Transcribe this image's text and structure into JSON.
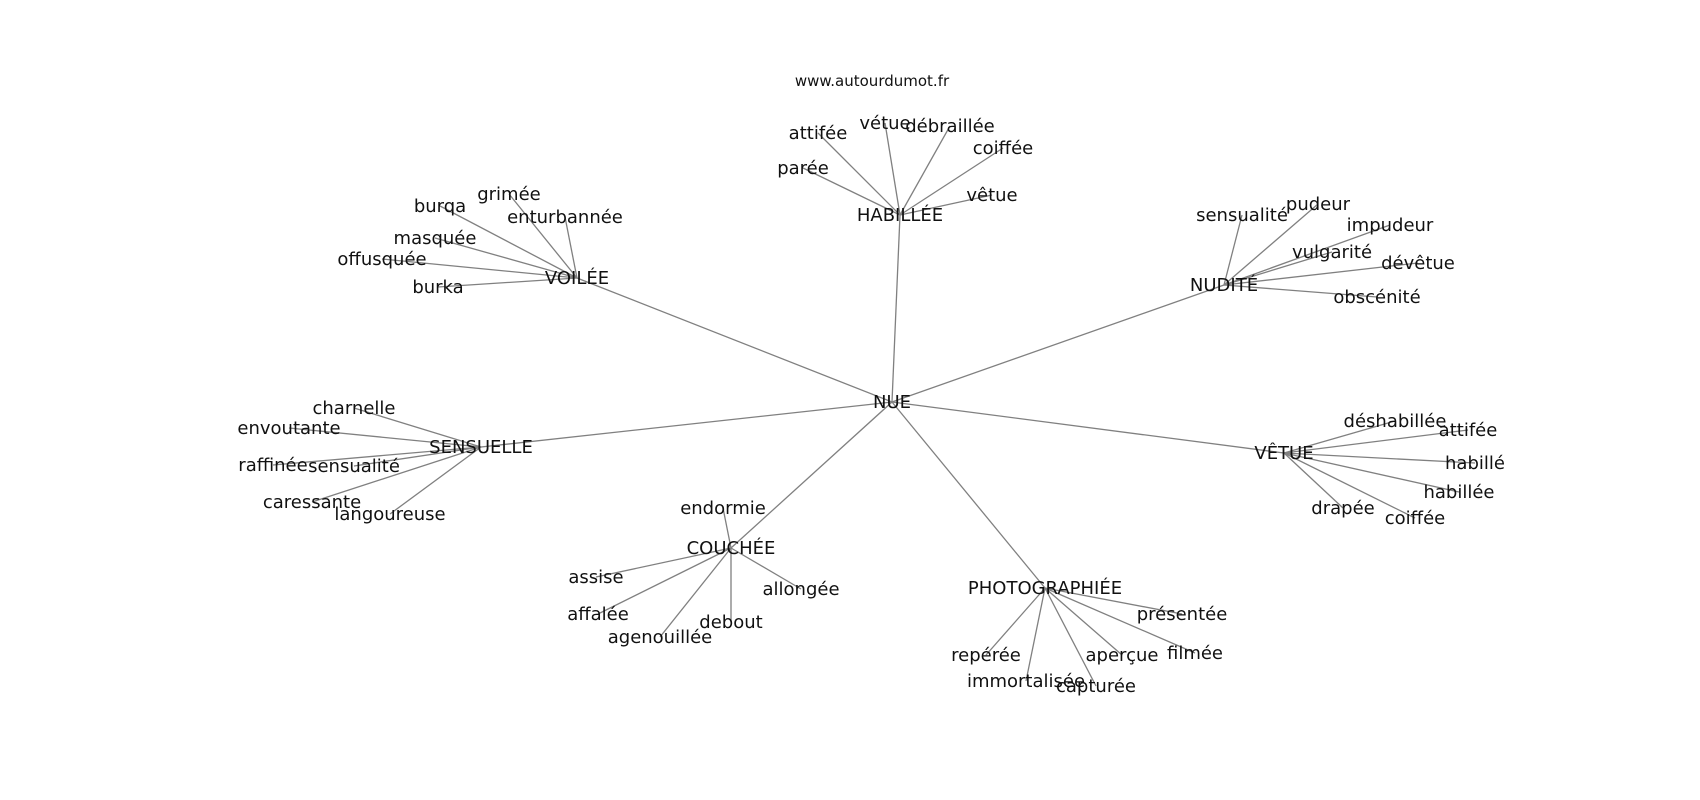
{
  "source": "www.autourdumot.fr",
  "center": "NUE",
  "clusters": [
    {
      "label": "HABILLÉE",
      "words": [
        "attifée",
        "vétue",
        "débraillée",
        "coiffée",
        "parée",
        "vêtue"
      ]
    },
    {
      "label": "VOILÉE",
      "words": [
        "burqa",
        "grimée",
        "enturbannée",
        "masquée",
        "offusquée",
        "burka"
      ]
    },
    {
      "label": "NUDITÉ",
      "words": [
        "sensualité",
        "pudeur",
        "impudeur",
        "vulgarité",
        "dévêtue",
        "obscénité"
      ]
    },
    {
      "label": "SENSUELLE",
      "words": [
        "charnelle",
        "envoutante",
        "raffinée",
        "sensualité",
        "caressante",
        "langoureuse"
      ]
    },
    {
      "label": "VÊTUE",
      "words": [
        "déshabillée",
        "attifée",
        "habillé",
        "habillée",
        "drapée",
        "coiffée"
      ]
    },
    {
      "label": "COUCHÉE",
      "words": [
        "endormie",
        "assise",
        "allongée",
        "affalée",
        "debout",
        "agenouillée"
      ]
    },
    {
      "label": "PHOTOGRAPHIÉE",
      "words": [
        "présentée",
        "filmée",
        "aperçue",
        "repérée",
        "immortalisée",
        "capturée"
      ]
    }
  ]
}
